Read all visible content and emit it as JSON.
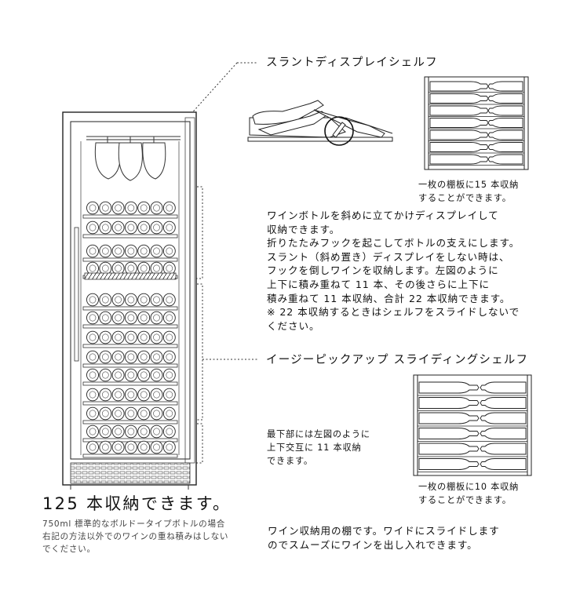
{
  "slant_shelf": {
    "title": "スラントディスプレイシェルフ",
    "capacity_caption": [
      "一枚の棚板に15 本収納",
      "することができます。"
    ],
    "description": [
      "ワインボトルを斜めに立てかけディスプレイして",
      "収納できます。",
      "折りたたみフックを起こしてボトルの支えにします。",
      "スラント（斜め置き）ディスプレイをしない時は、",
      "フックを倒しワインを収納します。左図のように",
      "上下に積み重ねて 11 本、その後さらに上下に",
      "積み重ねて 11 本収納、合計 22 本収納できます。",
      "※ 22 本収納するときはシェルフをスライドしないで",
      "ください。"
    ]
  },
  "sliding_shelf": {
    "title": "イージーピックアップ スライディングシェルフ",
    "bottom_note": [
      "最下部には左図のように",
      "上下交互に 11 本収納",
      "できます。"
    ],
    "capacity_caption": [
      "一枚の棚板に10 本収納",
      "することができます。"
    ],
    "description": [
      "ワイン収納用の棚です。ワイドにスライドします",
      "のでスムーズにワインを出し入れできます。"
    ]
  },
  "total": {
    "headline": "125 本収納できます。",
    "note": [
      "750ml 標準的なボルドータイプボトルの場合",
      "右記の方法以外でのワインの重ね積みはしない",
      "でください。"
    ]
  }
}
